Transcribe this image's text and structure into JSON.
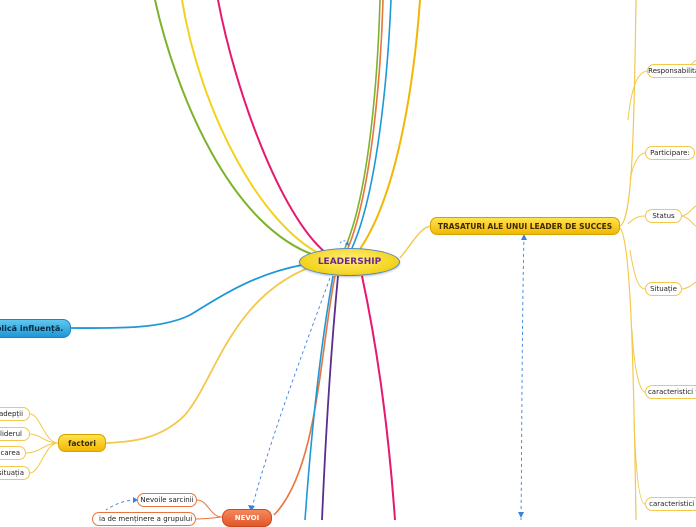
{
  "root": {
    "label": "LEADERSHIP"
  },
  "right_branch": {
    "title": "TRASATURI ALE UNUI LEADER DE SUCCES",
    "children": [
      "Responsabilitat",
      "Participare:",
      "Status",
      "Situație",
      "caracteristici fo",
      "caracteristici d"
    ]
  },
  "left_branches": {
    "influence": {
      "label": "plică influență."
    },
    "factori": {
      "label": "factori",
      "children": [
        "adepții",
        "liderul",
        "nicarea",
        "situația"
      ]
    }
  },
  "bottom_branch": {
    "label": "NEVOI",
    "children": [
      "Nevoile sarcinii",
      "ia de menținere a grupului"
    ]
  },
  "colors": {
    "yellow": "#f2c94c",
    "orange": "#e8753f",
    "blue": "#1f98d6",
    "magenta": "#e6186f",
    "green": "#7cb32b",
    "purple": "#5b2d8e",
    "dashed": "#3f7fd8"
  }
}
